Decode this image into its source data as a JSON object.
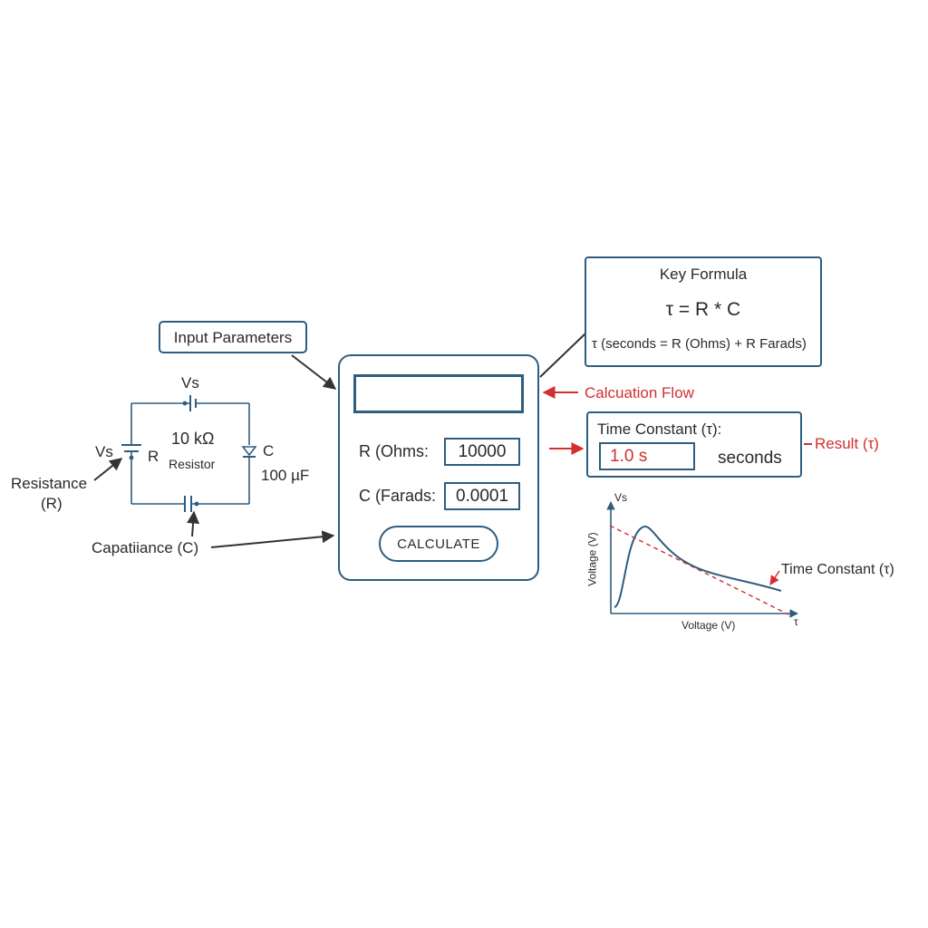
{
  "input_parameters": {
    "label": "Input Parameters"
  },
  "circuit": {
    "source_top_label": "Vs",
    "source_left_label": "Vs",
    "resistor_symbol": "R",
    "resistor_value": "10 kΩ",
    "resistor_caption": "Resistor",
    "capacitor_symbol": "C",
    "capacitor_value": "100 µF",
    "resistance_callout_line1": "Resistance",
    "resistance_callout_line2": "(R)",
    "capacitance_callout": "Capatiiance (C)"
  },
  "calculator": {
    "display_value": "",
    "r_label": "R (Ohms:",
    "r_value": "10000",
    "c_label": "C (Farads:",
    "c_value": "0.0001",
    "button_label": "CALCULATE"
  },
  "formula": {
    "title": "Key Formula",
    "equation": "τ = R * C",
    "description": "τ (seconds = R (Ohms) + R Farads)"
  },
  "flow": {
    "label": "Calcuation Flow"
  },
  "result": {
    "title": "Time Constant (τ):",
    "value": "1.0 s",
    "unit": "seconds",
    "callout": "Result (τ)"
  },
  "graph": {
    "y_top_label": "Vs",
    "y_axis_label": "Voltage (V)",
    "x_axis_label": "Voltage (V)",
    "x_end_label": "τ",
    "annotation": "Time Constant (τ)"
  },
  "colors": {
    "primary": "#2e5d80",
    "accent": "#d32f2f",
    "text": "#2a2a2a",
    "arrow": "#333333"
  }
}
